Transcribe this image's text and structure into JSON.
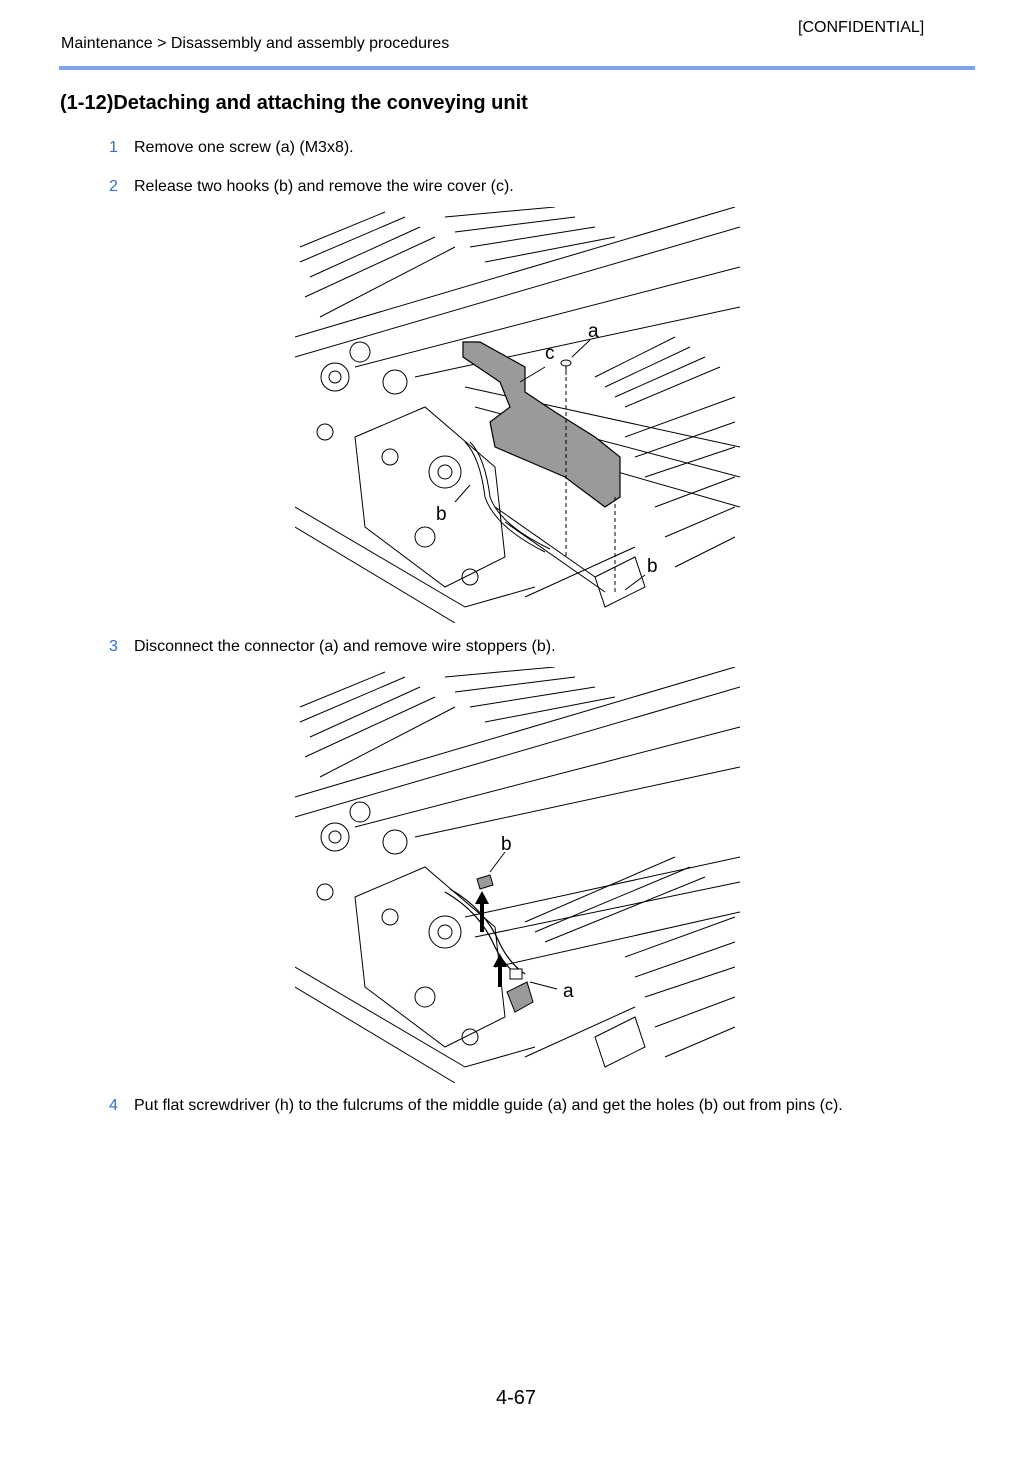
{
  "header": {
    "confidential": "[CONFIDENTIAL]",
    "breadcrumb": "Maintenance > Disassembly and assembly procedures"
  },
  "section": {
    "title": "(1-12)Detaching and attaching the conveying unit"
  },
  "steps": [
    {
      "number": "1",
      "text": "Remove one screw (a) (M3x8)."
    },
    {
      "number": "2",
      "text": "Release two hooks (b) and remove the wire cover (c)."
    },
    {
      "number": "3",
      "text": "Disconnect the connector (a) and remove wire stoppers (b)."
    },
    {
      "number": "4",
      "text": "Put flat screwdriver (h) to the fulcrums of the middle guide (a) and get the holes (b) out from pins (c)."
    }
  ],
  "figures": [
    {
      "callouts": {
        "a": "a",
        "c": "c",
        "b1": "b",
        "b2": "b"
      }
    },
    {
      "callouts": {
        "b": "b",
        "a": "a"
      }
    }
  ],
  "footer": {
    "page_number": "4-67"
  },
  "colors": {
    "accent_rule": "#7ea6ea",
    "step_number": "#2e6fd8",
    "part_fill": "#9a9a9a"
  }
}
